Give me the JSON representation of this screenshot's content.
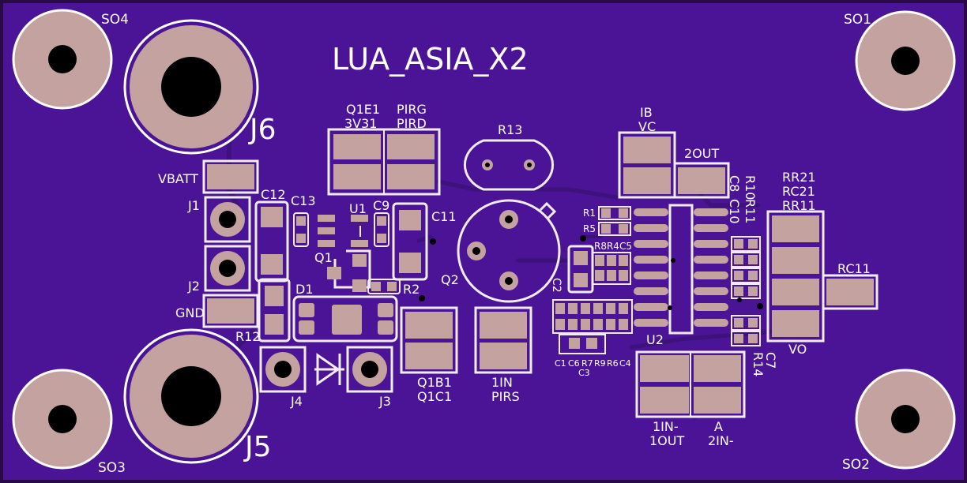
{
  "board": {
    "title": "LUA_ASIA_X2",
    "colors": {
      "substrate": "#4b1396",
      "edge": "#2a0a46",
      "silkscreen": "#ffffff",
      "copper_pad": "#c4a2a0",
      "drill": "#000000"
    }
  },
  "labels": {
    "so1": "SO1",
    "so2": "SO2",
    "so3": "SO3",
    "so4": "SO4",
    "j1": "J1",
    "j2": "J2",
    "j3": "J3",
    "j4": "J4",
    "j5": "J5",
    "j6": "J6",
    "vbatt": "VBATT",
    "gnd": "GND",
    "c12": "C12",
    "c13": "C13",
    "u1": "U1",
    "c9": "C9",
    "c11": "C11",
    "q1": "Q1",
    "d1": "D1",
    "r2": "R2",
    "r12": "R12",
    "q1e1": "Q1E1",
    "v331": "3V31",
    "pirg": "PIRG",
    "pird": "PIRD",
    "r13": "R13",
    "q2": "Q2",
    "q1b1": "Q1B1",
    "q1c1": "Q1C1",
    "in1": "1IN",
    "pirs": "PIRS",
    "ib": "IB",
    "vc": "VC",
    "out2": "2OUT",
    "c8": "C8",
    "c10": "C10",
    "r10": "R10",
    "r11": "R11",
    "r1": "R1",
    "r5": "R5",
    "r8r4c5": "R8R4C5",
    "c2": "C2",
    "c1": "C1",
    "c6": "C6",
    "r7": "R7",
    "r9": "R9",
    "r6": "R6",
    "c4": "C4",
    "c3": "C3",
    "u2": "U2",
    "r14": "R14",
    "c7": "C7",
    "rr21": "RR21",
    "rc21": "RC21",
    "rr11": "RR11",
    "rc11": "RC11",
    "vo": "VO",
    "in1m": "1IN-",
    "out1": "1OUT",
    "a": "A",
    "in2m": "2IN-"
  },
  "icons": {
    "diode_symbol": "diode-icon"
  }
}
